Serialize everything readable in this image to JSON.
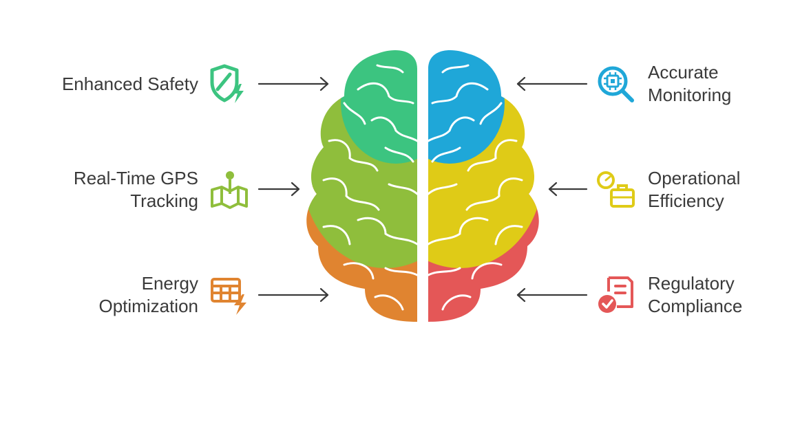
{
  "colors": {
    "green": "#3cc480",
    "lime": "#8fbe3c",
    "orange": "#e08430",
    "blue": "#1fa7d8",
    "yellow": "#dfcb17",
    "red": "#e45757",
    "text": "#3a3a3a",
    "arrow": "#3a3a3a"
  },
  "items": {
    "enhanced_safety": {
      "lines": [
        "Enhanced Safety"
      ],
      "icon": "shield-bolt-icon"
    },
    "gps_tracking": {
      "lines": [
        "Real-Time GPS",
        "Tracking"
      ],
      "icon": "map-pin-icon"
    },
    "energy_optimization": {
      "lines": [
        "Energy",
        "Optimization"
      ],
      "icon": "spreadsheet-bolt-icon"
    },
    "accurate_monitoring": {
      "lines": [
        "Accurate",
        "Monitoring"
      ],
      "icon": "chip-magnifier-icon"
    },
    "operational_efficiency": {
      "lines": [
        "Operational",
        "Efficiency"
      ],
      "icon": "briefcase-gauge-icon"
    },
    "regulatory_compliance": {
      "lines": [
        "Regulatory",
        "Compliance"
      ],
      "icon": "document-check-icon"
    }
  }
}
